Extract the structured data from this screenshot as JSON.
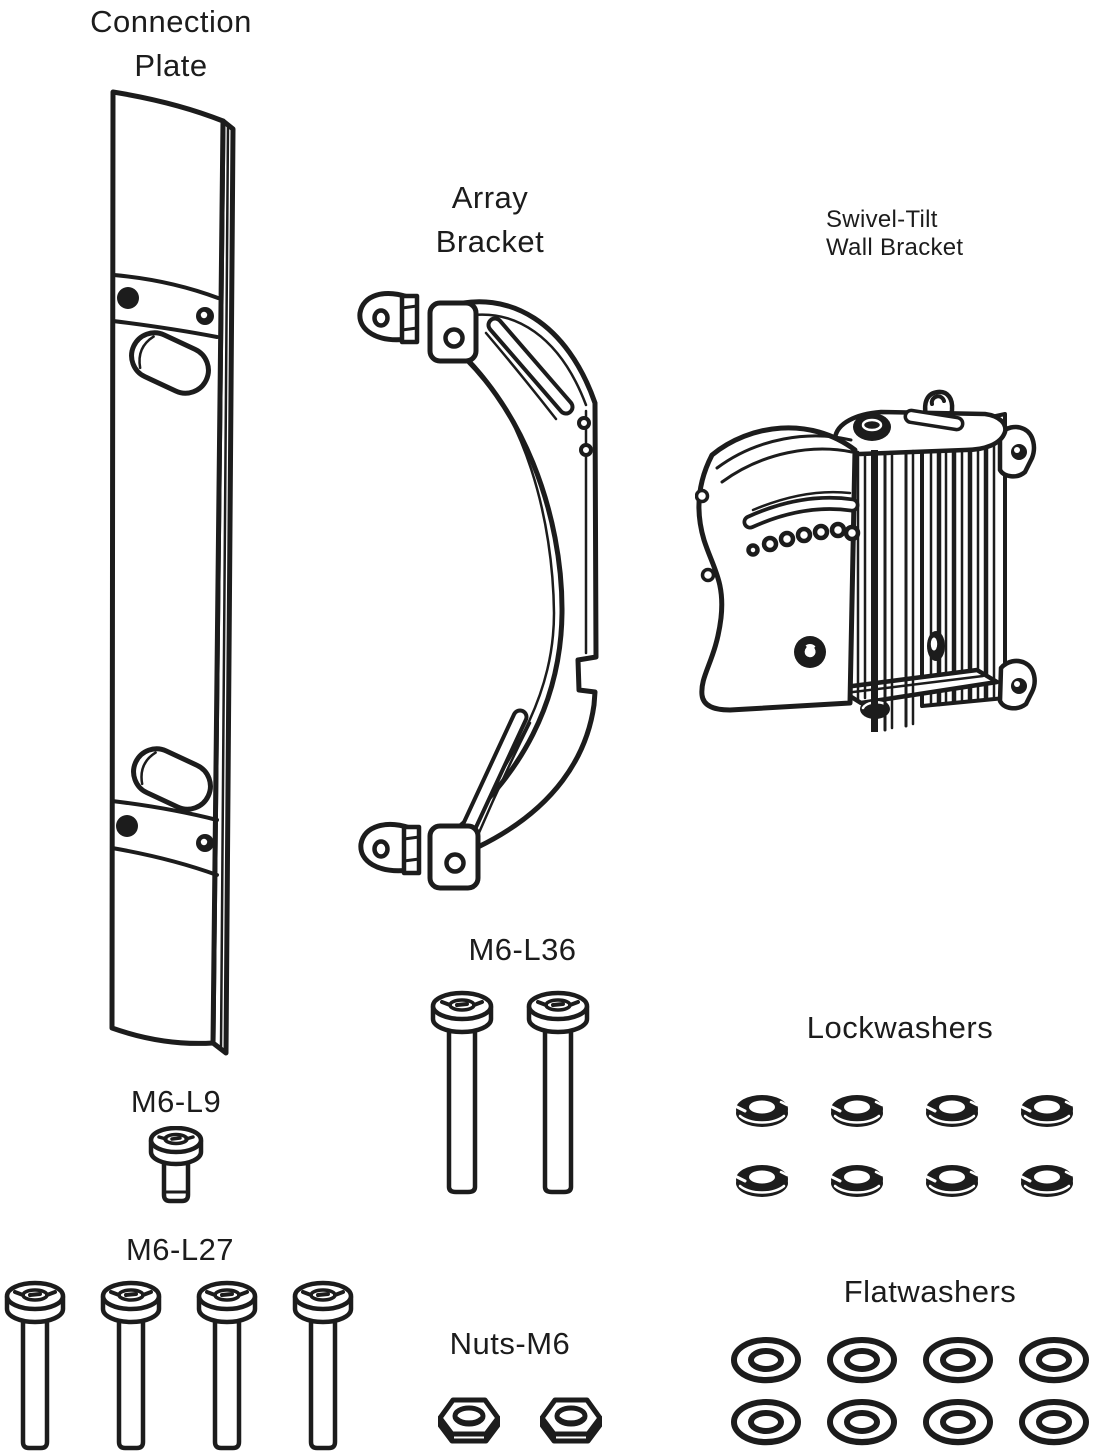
{
  "diagram": {
    "background": "#ffffff",
    "ink_color": "#1c1c1c",
    "labels": {
      "connection_plate": {
        "line1": "Connection",
        "line2": "Plate"
      },
      "array_bracket": {
        "line1": "Array",
        "line2": "Bracket"
      },
      "swivel_tilt_wall_bracket": {
        "line1": "Swivel-Tilt",
        "line2": "Wall Bracket"
      },
      "m6_l36": "M6-L36",
      "m6_l9": "M6-L9",
      "m6_l27": "M6-L27",
      "nuts_m6": "Nuts-M6",
      "lockwashers": "Lockwashers",
      "flatwashers": "Flatwashers"
    },
    "quantities": {
      "connection_plate": 1,
      "array_bracket": 1,
      "swivel_tilt_wall_bracket": 1,
      "m6_l36": 2,
      "m6_l9": 1,
      "m6_l27": 4,
      "nuts_m6": 2,
      "lockwashers": 8,
      "flatwashers": 8
    }
  }
}
